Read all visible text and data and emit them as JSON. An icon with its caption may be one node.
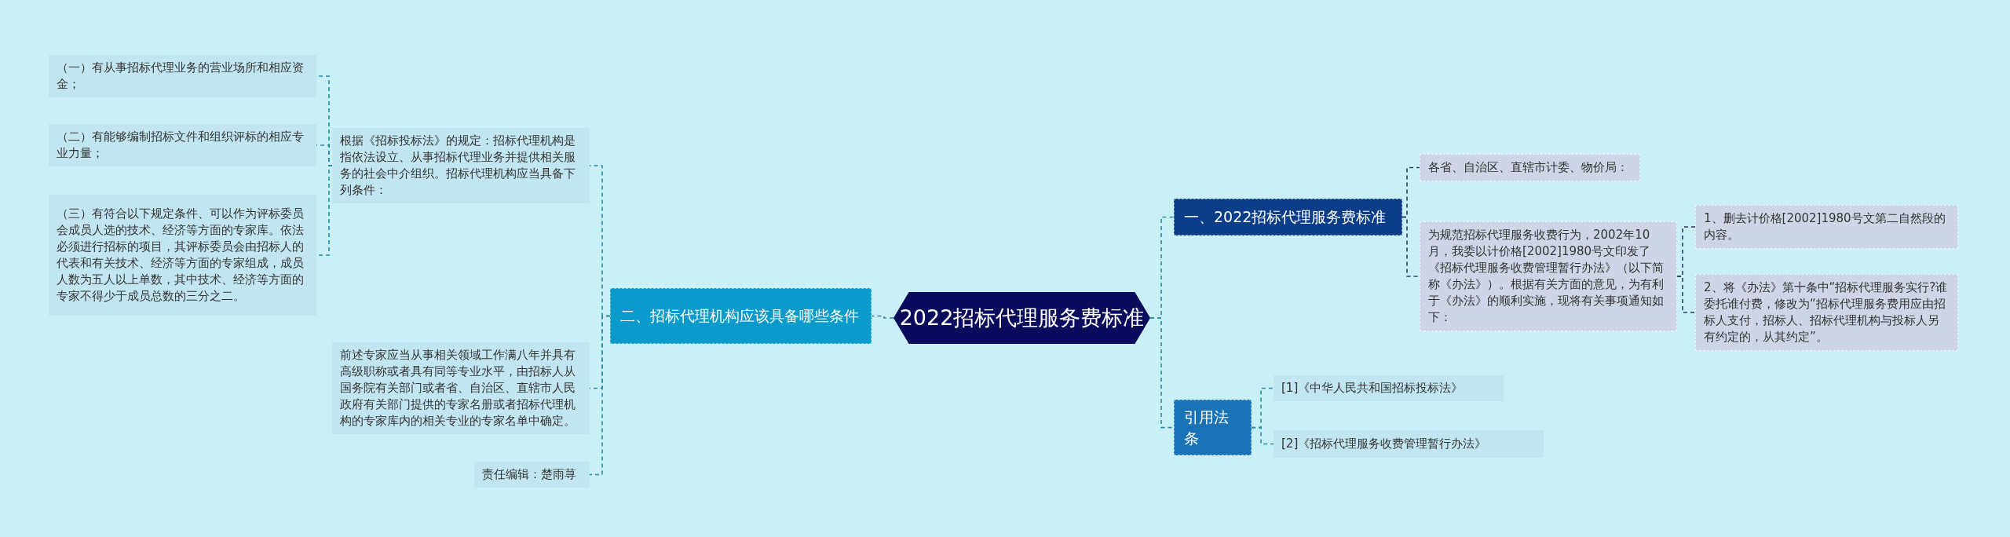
{
  "diagram": {
    "nodes": [
      {
        "text": [
          "2022招标代理服务费标准"
        ]
      },
      {
        "text": [
          "二、招标代理机构应该具备哪些条件"
        ]
      },
      {
        "text": [
          "根据《招标投标法》的规定：招标代理机构是指依法设立、从事招标代理业务并提供相关服务的社会中介组织。招标代理机构应当具备下列条件："
        ]
      },
      {
        "text": [
          "（一）有从事招标代理业务的营业场所和相应资金；"
        ]
      },
      {
        "text": [
          "（二）有能够编制招标文件和组织评标的相应专业力量；"
        ]
      },
      {
        "text": [
          "（三）有符合以下规定条件、可以作为评标委员会成员人选的技术、经济等方面的专家库。依法必须进行招标的项目，其评标委员会由招标人的代表和有关技术、经济等方面的专家组成，成员人数为五人以上单数，其中技术、经济等方面的专家不得少于成员总数的三分之二。"
        ]
      },
      {
        "text": [
          "前述专家应当从事相关领域工作满八年并具有高级职称或者具有同等专业水平，由招标人从国务院有关部门或者省、自治区、直辖市人民政府有关部门提供的专家名册或者招标代理机构的专家库内的相关专业的专家名单中确定。"
        ]
      },
      {
        "text": [
          "责任编辑：楚雨荨"
        ]
      },
      {
        "text": [
          "一、2022招标代理服务费标准"
        ]
      },
      {
        "text": [
          "各省、自治区、直辖市计委、物价局："
        ]
      },
      {
        "text": [
          "为规范招标代理服务收费行为，2002年10月，我委以计价格[2002]1980号文印发了《招标代理服务收费管理暂行办法》（以下简称《办法》）。根据有关方面的意见，为有利于《办法》的顺利实施，现将有关事项通知如下："
        ]
      },
      {
        "text": [
          "1、删去计价格[2002]1980号文第二自然段的内容。"
        ]
      },
      {
        "text": [
          "2、将《办法》第十条中“招标代理服务实行?谁委托谁付费，修改为“招标代理服务费用应由招标人支付，招标人、招标代理机构与投标人另有约定的，从其约定”。"
        ]
      },
      {
        "text": [
          "引用法条"
        ]
      },
      {
        "text": [
          "[1]《中华人民共和国招标投标法》"
        ]
      },
      {
        "text": [
          "[2]《招标代理服务收费管理暂行办法》"
        ]
      }
    ],
    "edges": [
      {
        "from": 0,
        "to": 1,
        "arrow": "none",
        "style": "dashed"
      },
      {
        "from": 1,
        "to": 2,
        "arrow": "none",
        "style": "dashed"
      },
      {
        "from": 2,
        "to": 3,
        "arrow": "none",
        "style": "dashed"
      },
      {
        "from": 2,
        "to": 4,
        "arrow": "none",
        "style": "dashed"
      },
      {
        "from": 2,
        "to": 5,
        "arrow": "none",
        "style": "dashed"
      },
      {
        "from": 1,
        "to": 6,
        "arrow": "none",
        "style": "dashed"
      },
      {
        "from": 1,
        "to": 7,
        "arrow": "none",
        "style": "dashed"
      },
      {
        "from": 0,
        "to": 8,
        "arrow": "none",
        "style": "dashed"
      },
      {
        "from": 8,
        "to": 9,
        "arrow": "none",
        "style": "dashed",
        "color": "#2c3e66"
      },
      {
        "from": 8,
        "to": 10,
        "arrow": "none",
        "style": "dashed",
        "color": "#2c3e66"
      },
      {
        "from": 10,
        "to": 11,
        "arrow": "none",
        "style": "dashed",
        "color": "#2c3e66"
      },
      {
        "from": 10,
        "to": 12,
        "arrow": "none",
        "style": "dashed",
        "color": "#2c3e66"
      },
      {
        "from": 0,
        "to": 13,
        "arrow": "none",
        "style": "dashed"
      },
      {
        "from": 13,
        "to": 14,
        "arrow": "none",
        "style": "dashed"
      },
      {
        "from": 13,
        "to": 15,
        "arrow": "none",
        "style": "dashed"
      }
    ]
  }
}
